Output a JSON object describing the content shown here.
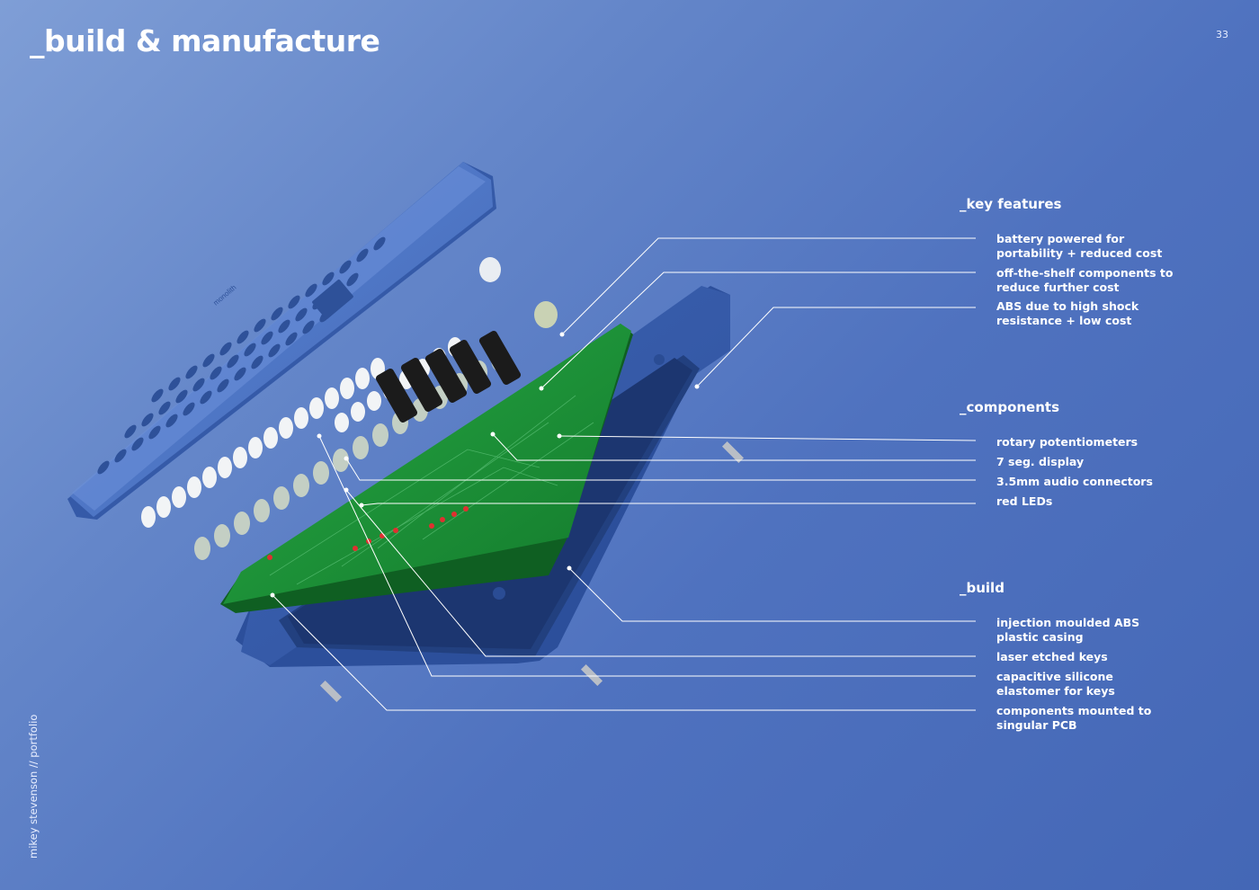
{
  "page": {
    "title": "_build & manufacture",
    "page_number": "33",
    "credit": "mikey stevenson // portfolio"
  },
  "product": {
    "brand_logo_text": "monolith"
  },
  "sections": [
    {
      "heading": "_key features",
      "items": [
        "battery powered for portability + reduced cost",
        "off-the-shelf components to reduce further cost",
        "ABS due to high shock resistance + low cost"
      ]
    },
    {
      "heading": "_components",
      "items": [
        "rotary potentiometers",
        "7 seg. display",
        "3.5mm audio connectors",
        "red LEDs"
      ]
    },
    {
      "heading": "_build",
      "items": [
        "injection moulded ABS plastic casing",
        "laser etched keys",
        "capacitive silicone elastomer for keys",
        "components mounted to singular PCB"
      ]
    }
  ],
  "colors": {
    "background": "#5a7cc4",
    "casing": "#3c63b4",
    "pcb": "#1f9a3a",
    "text": "#ffffff"
  }
}
